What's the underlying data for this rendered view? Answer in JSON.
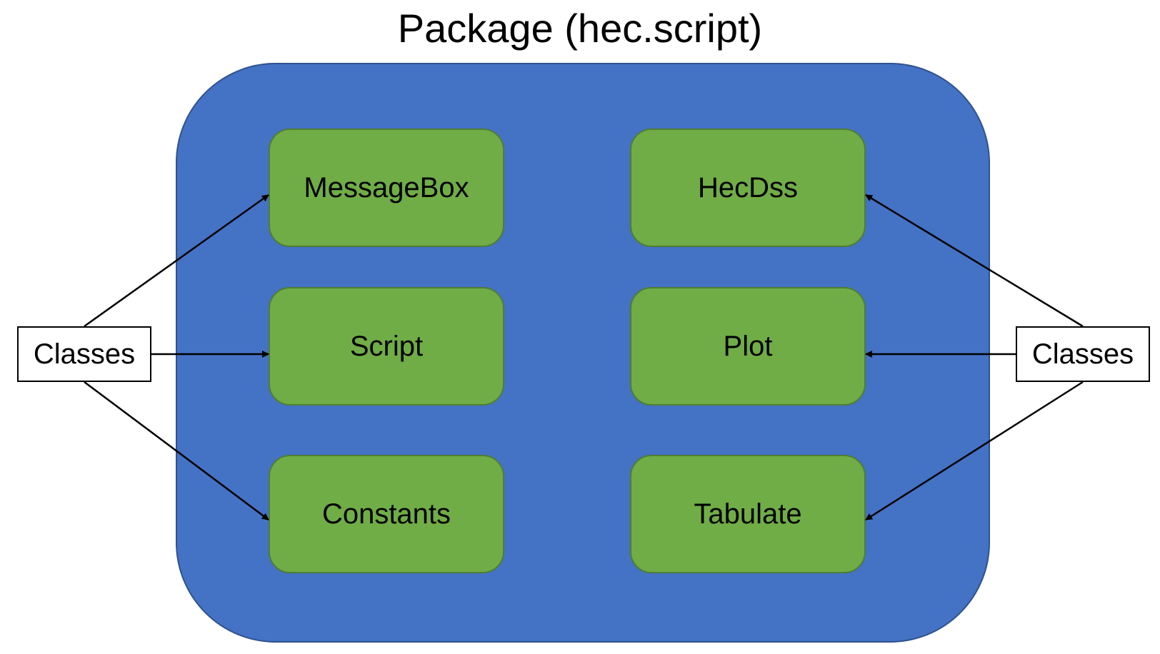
{
  "title": "Package (hec.script)",
  "colors": {
    "package_fill": "#4472c4",
    "class_fill": "#70ad47",
    "arrow": "#000000"
  },
  "left_classes": [
    "MessageBox",
    "Script",
    "Constants"
  ],
  "right_classes": [
    "HecDss",
    "Plot",
    "Tabulate"
  ],
  "left_label": "Classes",
  "right_label": "Classes"
}
